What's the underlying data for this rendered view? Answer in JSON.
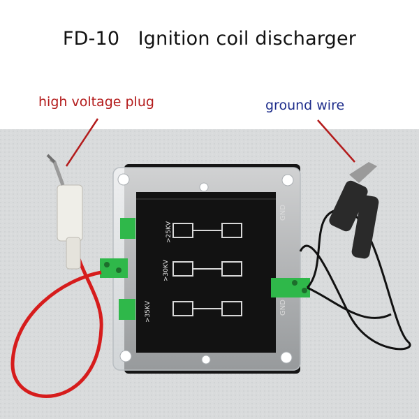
{
  "title": "FD-10   Ignition coil discharger",
  "callouts": {
    "high_voltage_plug": "high voltage plug",
    "ground_wire": "ground wire"
  },
  "board": {
    "gnd_label_top": "GND",
    "gnd_label_bottom": "GND",
    "voltage_labels": [
      ">25KV",
      ">30KV",
      ">35KV"
    ]
  },
  "colors": {
    "callout_red": "#b31b1b",
    "callout_blue": "#1c2b8a",
    "terminal_green": "#2fb84a",
    "cable_red": "#d61c1c",
    "board_black": "#151515"
  }
}
